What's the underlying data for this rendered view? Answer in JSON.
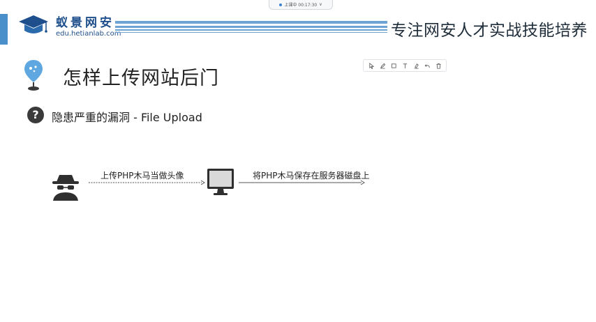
{
  "header": {
    "logo_name": "蚁景网安",
    "logo_url": "edu.hetianlab.com",
    "slogan": "专注网安人才实战技能培养"
  },
  "recording": {
    "status": "上课中 00:17:30",
    "chevron": "∨"
  },
  "slide": {
    "title": "怎样上传网站后门",
    "subtitle": "隐患严重的漏洞 - File Upload",
    "question_mark": "?",
    "steps": [
      {
        "label": "上传PHP木马当做头像"
      },
      {
        "label": "将PHP木马保存在服务器磁盘上"
      }
    ]
  },
  "toolbar": {
    "tools": [
      "select-tool",
      "pen-tool",
      "rectangle-tool",
      "text-tool",
      "highlighter-tool",
      "undo-tool",
      "delete-tool"
    ]
  },
  "colors": {
    "brand_blue": "#1e4f8c",
    "stripe_blue": "#6fa3d4",
    "accent_blue": "#4a8fc9",
    "dark_icon": "#2f2f2f"
  }
}
